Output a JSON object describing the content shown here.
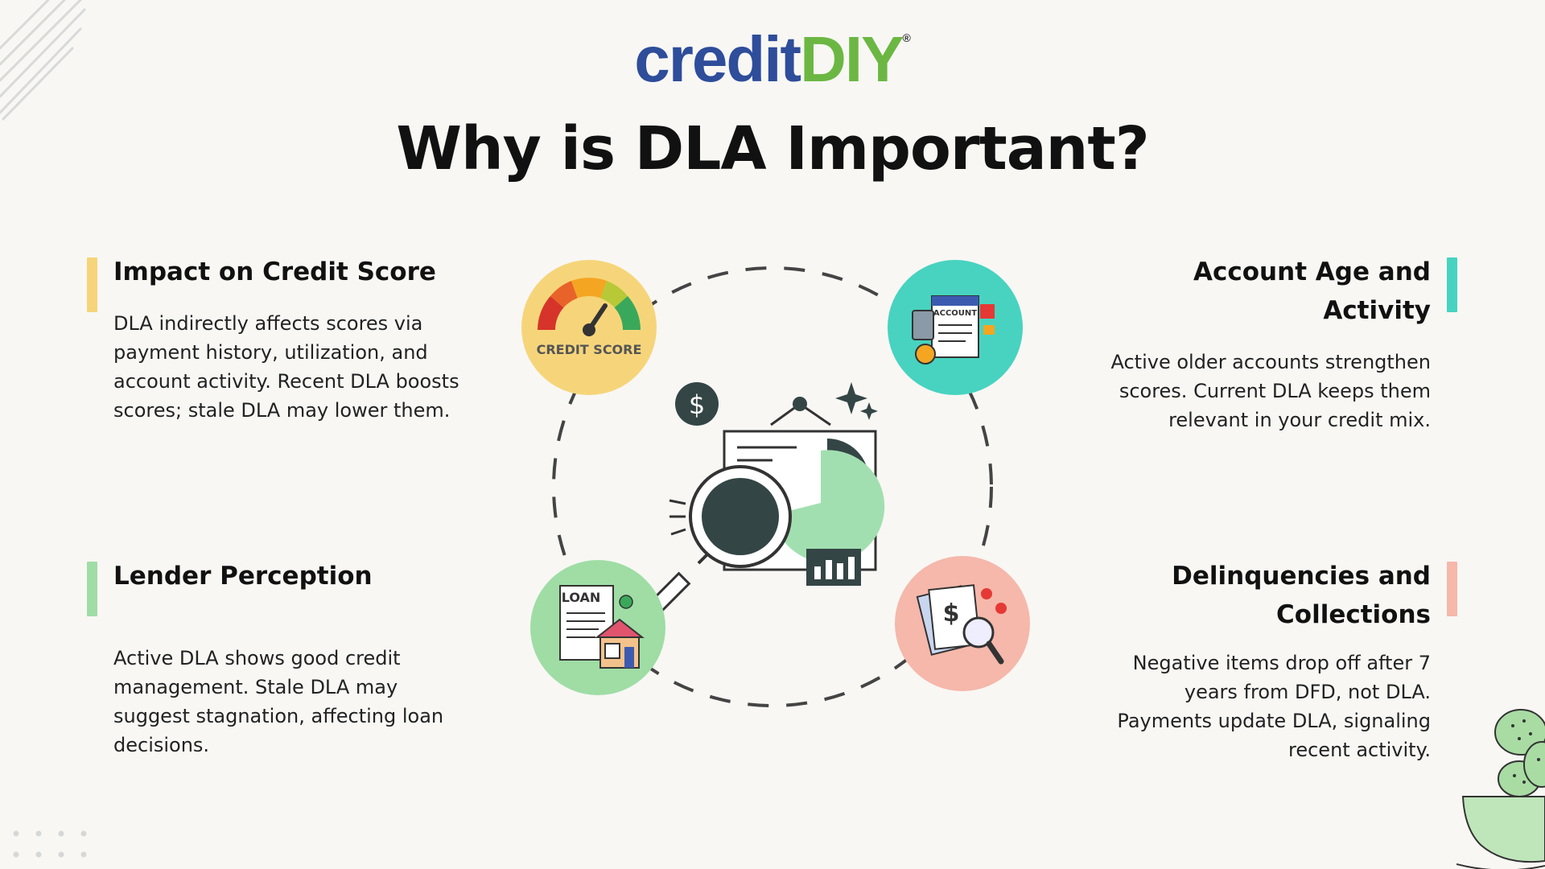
{
  "logo": {
    "part1": "credit",
    "part2": "DIY",
    "registered_mark": "®"
  },
  "title": "Why is DLA Important?",
  "sections": {
    "impact": {
      "heading": "Impact on Credit Score",
      "body": "DLA indirectly affects scores via payment history, utilization, and account activity. Recent DLA boosts scores; stale DLA may lower them.",
      "accent_color": "#f6d57a"
    },
    "account": {
      "heading": "Account Age and Activity",
      "body": "Active older accounts strengthen scores. Current DLA keeps them relevant in your credit mix.",
      "accent_color": "#47d3c0"
    },
    "lender": {
      "heading": "Lender Perception",
      "body": "Active DLA shows good credit management. Stale DLA may suggest stagnation, affecting loan decisions.",
      "accent_color": "#9fdda5"
    },
    "delinquencies": {
      "heading": "Delinquencies and Collections",
      "body": "Negative items drop off after 7 years from DFD, not DLA. Payments update DLA, signaling recent activity.",
      "accent_color": "#f5b8ab"
    }
  },
  "icons": {
    "credit_score": {
      "label": "CREDIT SCORE",
      "icon": "speedometer-gauge",
      "bg": "#f6d57a"
    },
    "account": {
      "label": "ACCOUNT",
      "icon": "account-notepad",
      "bg": "#47d3c0"
    },
    "loan": {
      "label": "LOAN",
      "icon": "loan-document-house",
      "bg": "#9fdda5"
    },
    "collections": {
      "label": "$",
      "icon": "bill-magnifier",
      "bg": "#f5b8ab"
    },
    "center": {
      "label": "$",
      "icon": "analytics-magnifier-chart"
    }
  }
}
